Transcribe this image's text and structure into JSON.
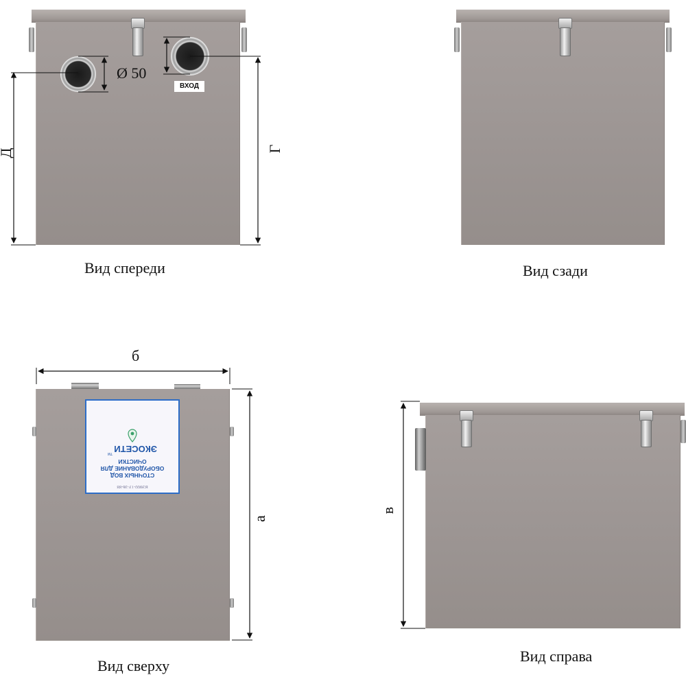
{
  "views": {
    "front": {
      "caption": "Вид спереди",
      "pipe_diameter": "Ø 50",
      "inlet_tag": "ВХОД",
      "dim_left": "Д",
      "dim_right": "Г"
    },
    "back": {
      "caption": "Вид сзади"
    },
    "top": {
      "caption": "Вид сверху",
      "dim_width": "б",
      "dim_length": "а",
      "sticker": {
        "brand": "ЭКОСЕТИ",
        "tm": "ТМ",
        "line1": "ОБОРУДОВАНИЕ ДЛЯ ОЧИСТКИ",
        "line2": "СТОЧНЫХ ВОД",
        "small": "ВЭ900-ТУ-36-88"
      }
    },
    "right": {
      "caption": "Вид справа",
      "dim_height": "в"
    }
  },
  "colors": {
    "body": "#9c9593",
    "sticker_border": "#2c6dc8",
    "sticker_text": "#1f55a8",
    "dimension_line": "#111111"
  }
}
